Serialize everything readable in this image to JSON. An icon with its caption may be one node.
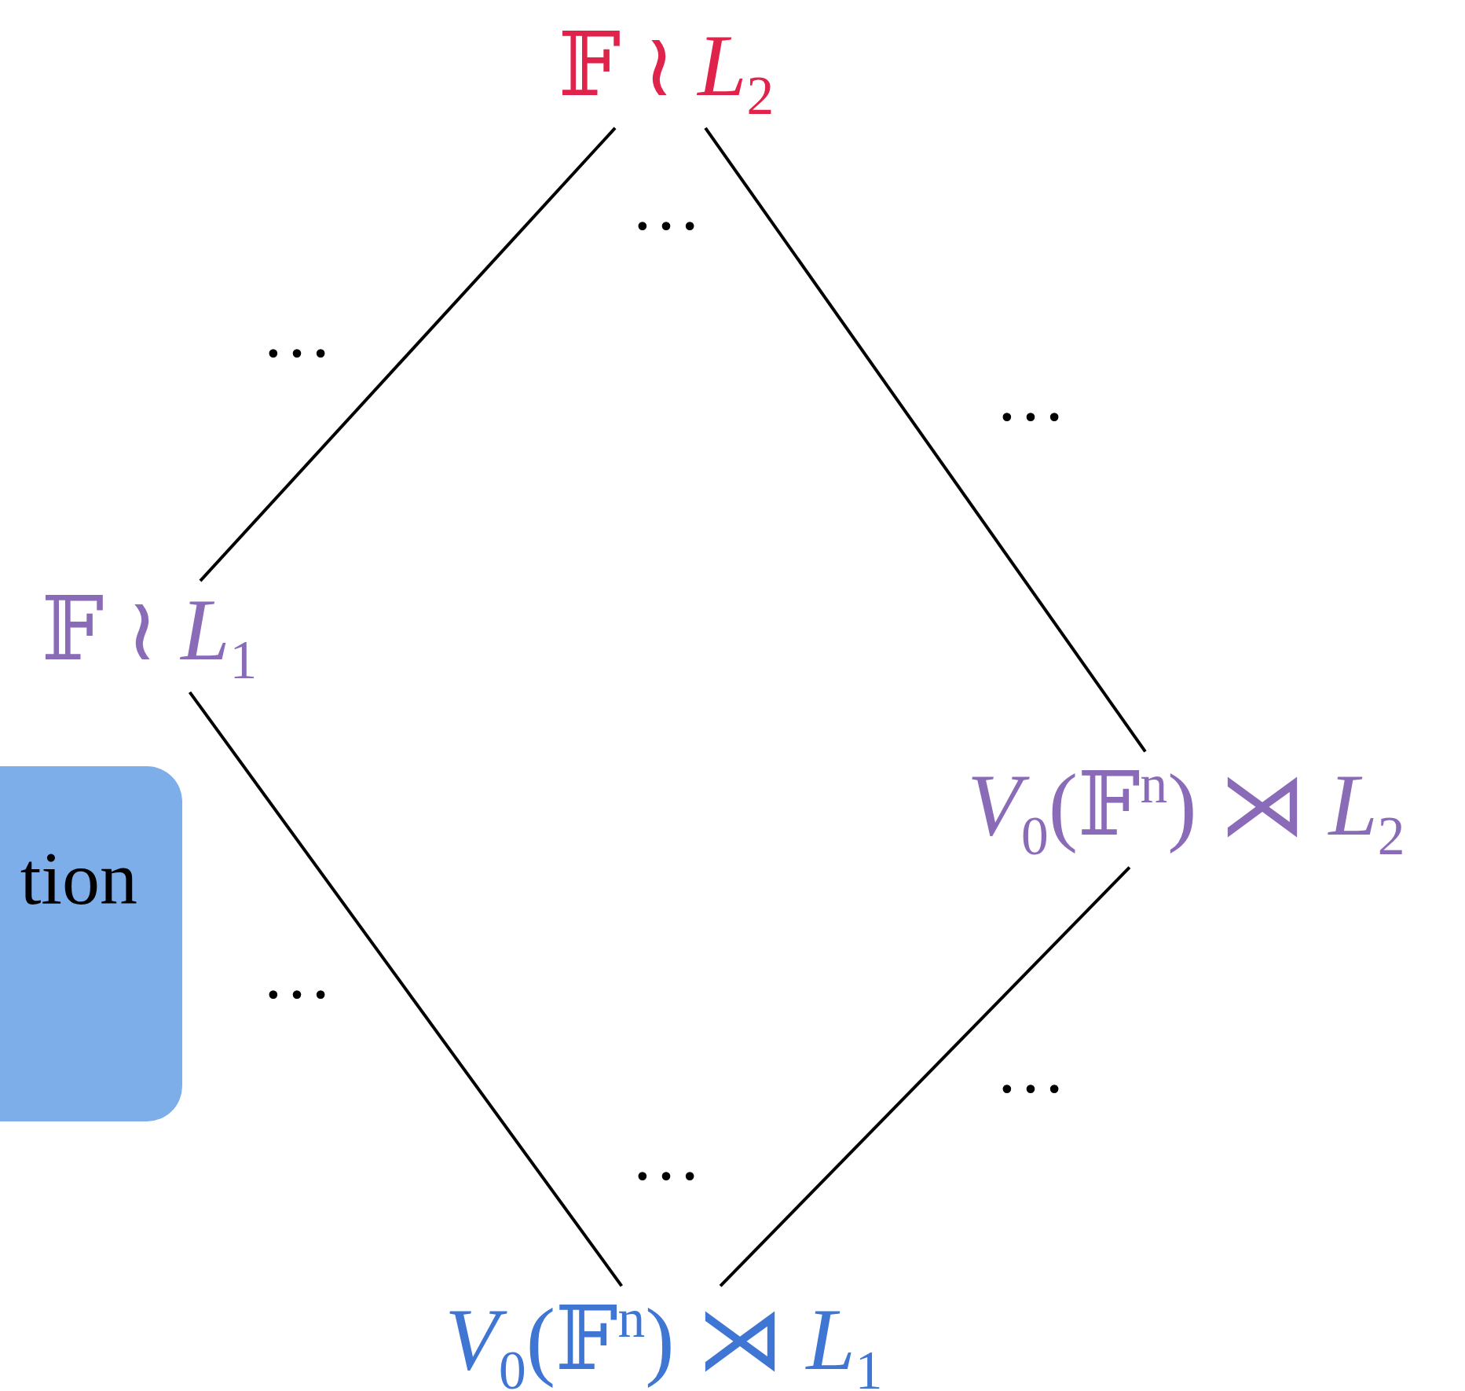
{
  "diagram": {
    "nodes": [
      {
        "text": [
          "𝔽 ≀ *L*$_{2}$"
        ]
      },
      {
        "text": [
          "𝔽 ≀ *L*$_{1}$"
        ]
      },
      {
        "text": [
          "*V*$_{0}$(𝔽$^{n}$) ⋊ *L*$_{2}$"
        ]
      },
      {
        "text": [
          "*V*$_{0}$(𝔽$^{n}$) ⋊ *L*$_{1}$"
        ]
      },
      {
        "text": [
          "tion"
        ]
      }
    ],
    "edges": [
      {
        "from": 0,
        "to": 1,
        "arrow": "none"
      },
      {
        "from": 0,
        "to": 2,
        "arrow": "none"
      },
      {
        "from": 1,
        "to": 3,
        "arrow": "none"
      },
      {
        "from": 2,
        "to": 3,
        "arrow": "none"
      }
    ],
    "labels": [
      "…",
      "…",
      "…",
      "…",
      "…",
      "…"
    ]
  }
}
